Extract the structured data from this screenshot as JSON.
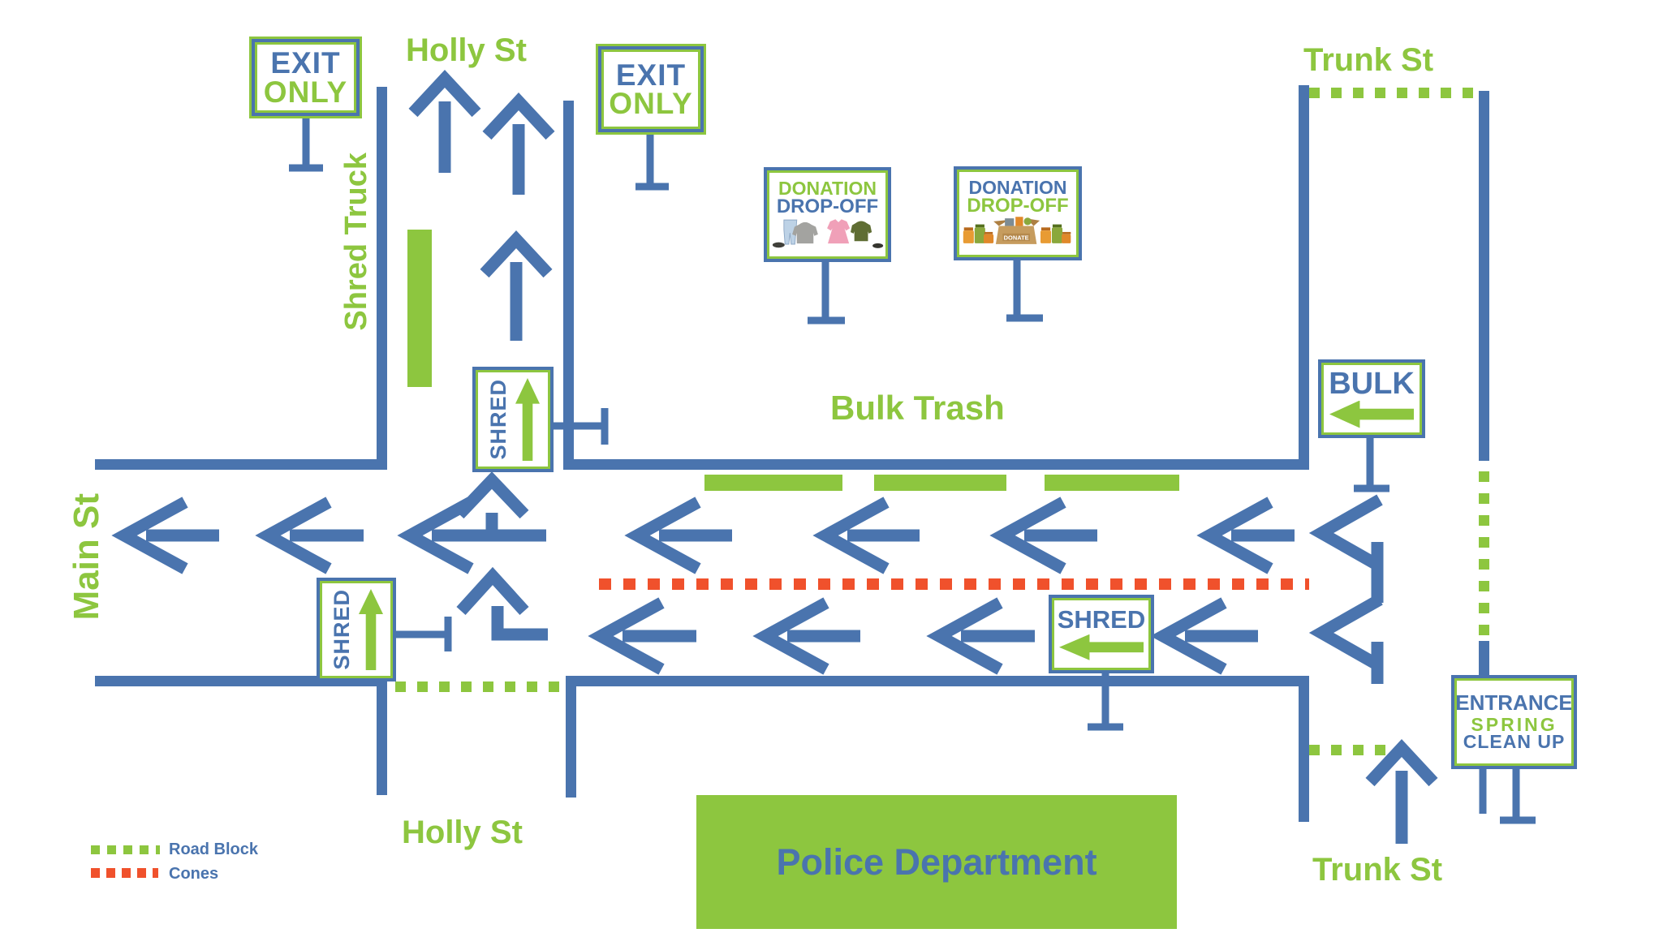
{
  "colors": {
    "blue": "#4a74ae",
    "green": "#8dc63f",
    "orange": "#f0512c"
  },
  "streets": {
    "holly_top": "Holly St",
    "holly_bottom": "Holly St",
    "trunk_top": "Trunk St",
    "trunk_bottom": "Trunk St",
    "main": "Main St",
    "shred_truck": "Shred Truck",
    "bulk_trash": "Bulk Trash"
  },
  "signs": {
    "exit_only_1": {
      "line1": "EXIT",
      "line2": "ONLY"
    },
    "exit_only_2": {
      "line1": "EXIT",
      "line2": "ONLY"
    },
    "donation_clothes": {
      "line1": "DONATION",
      "line2": "DROP-OFF"
    },
    "donation_food": {
      "line1": "DONATION",
      "line2": "DROP-OFF",
      "box_label": "DONATE"
    },
    "bulk": {
      "label": "BULK"
    },
    "shred_upper": {
      "label": "SHRED"
    },
    "shred_lower_left": {
      "label": "SHRED"
    },
    "shred_main": {
      "label": "SHRED"
    },
    "entrance": {
      "line1": "ENTRANCE",
      "line2": "SPRING",
      "line3": "CLEAN UP"
    }
  },
  "building": {
    "police": "Police Department"
  },
  "legend": {
    "road_block": "Road Block",
    "cones": "Cones"
  }
}
